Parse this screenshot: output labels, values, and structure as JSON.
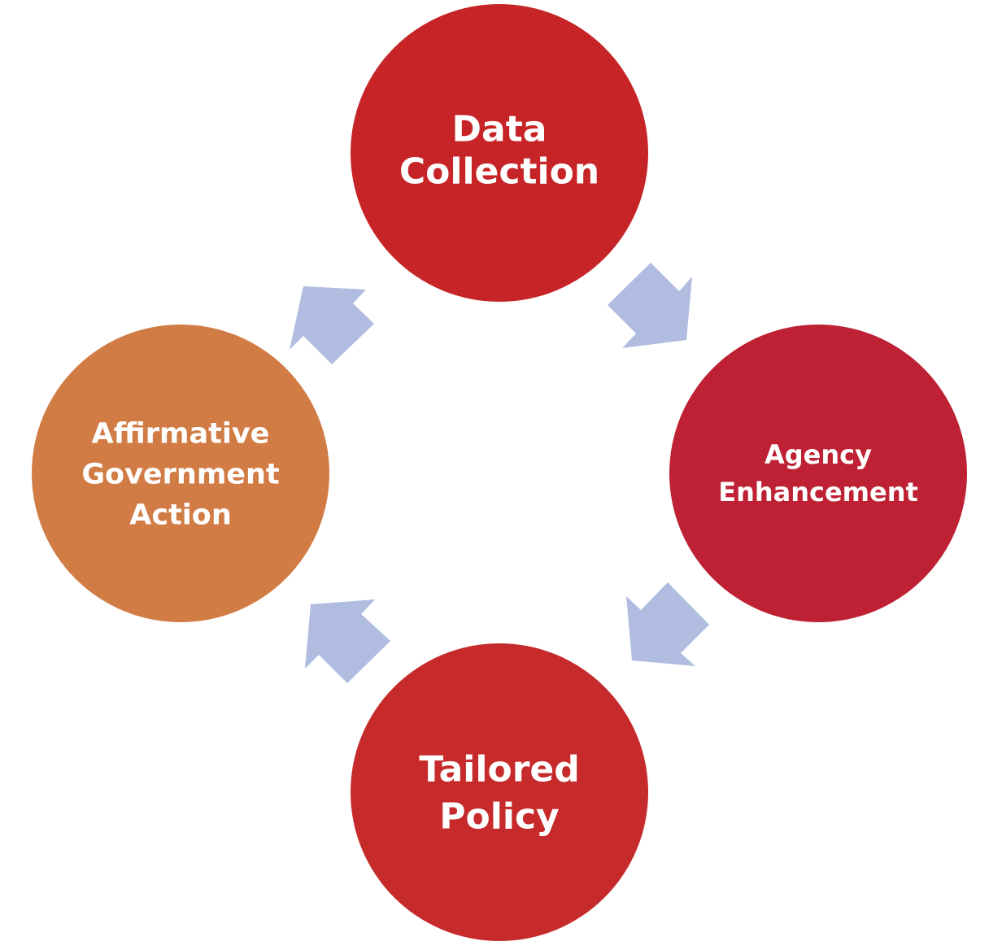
{
  "diagram": {
    "type": "cycle",
    "nodes": [
      {
        "id": "data-collection",
        "lines": [
          "Data",
          "Collection"
        ],
        "color": "#c62426"
      },
      {
        "id": "agency-enhancement",
        "lines": [
          "Agency",
          "Enhancement"
        ],
        "color": "#bd2133"
      },
      {
        "id": "tailored-policy",
        "lines": [
          "Tailored",
          "Policy"
        ],
        "color": "#c62a2b"
      },
      {
        "id": "affirmative-government-action",
        "lines": [
          "Affirmative",
          "Government",
          "Action"
        ],
        "color": "#d27c45"
      }
    ],
    "edges": [
      {
        "from": "data-collection",
        "to": "agency-enhancement"
      },
      {
        "from": "agency-enhancement",
        "to": "tailored-policy"
      },
      {
        "from": "tailored-policy",
        "to": "affirmative-government-action"
      },
      {
        "from": "affirmative-government-action",
        "to": "data-collection"
      }
    ],
    "arrow_color": "#b0bde0"
  }
}
